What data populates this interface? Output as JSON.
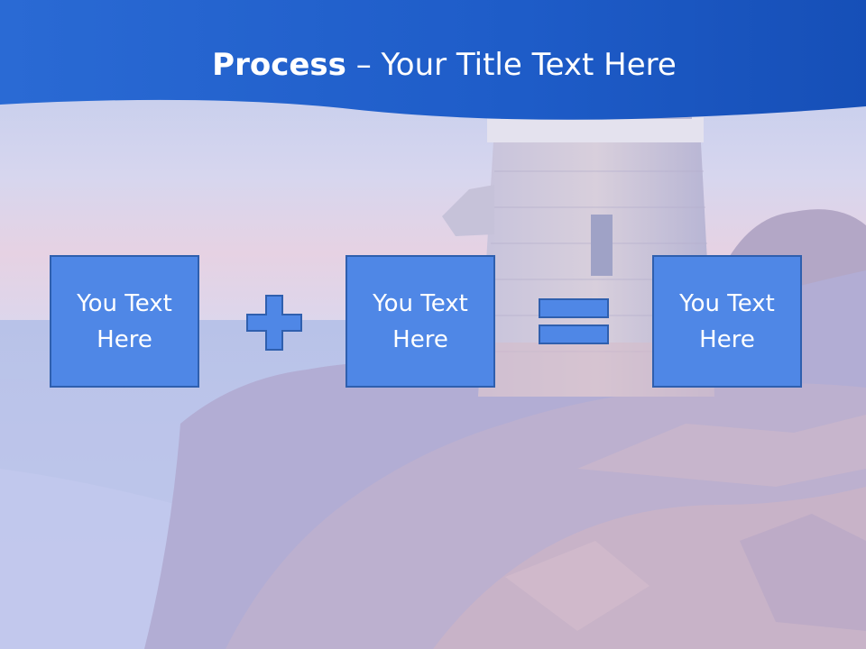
{
  "slide": {
    "title_bold": "Process",
    "title_dash": " – ",
    "title_rest": "Your Title Text Here",
    "boxes": [
      {
        "text": "You Text Here"
      },
      {
        "text": "You Text Here"
      },
      {
        "text": "You Text Here"
      }
    ],
    "operators": [
      "plus",
      "equals"
    ]
  },
  "colors": {
    "header": "#1d5fcf",
    "box_fill": "#4f87e6",
    "box_border": "#2f5fae",
    "sky": "#c9d4ee",
    "rock": "#a9abd4"
  }
}
